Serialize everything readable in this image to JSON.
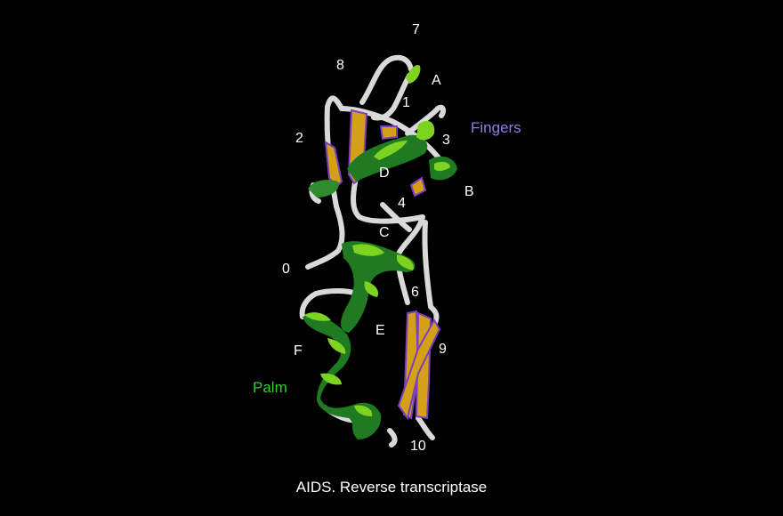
{
  "caption": "AIDS. Reverse transcriptase",
  "regions": {
    "fingers": "Fingers",
    "palm": "Palm"
  },
  "labels": {
    "n0": "0",
    "n1": "1",
    "n2": "2",
    "n3": "3",
    "n4": "4",
    "n6": "6",
    "n7": "7",
    "n8": "8",
    "n9": "9",
    "n10": "10",
    "a": "A",
    "b": "B",
    "c": "C",
    "d": "D",
    "e": "E",
    "f": "F"
  },
  "colors": {
    "background": "#000000",
    "coil": "#d9d9d9",
    "helix_light": "#7ed321",
    "helix_dark": "#1f7a22",
    "strand": "#d4a017",
    "strand_edge": "#7b3fbf",
    "fingers_label": "#8b7fe0",
    "palm_label": "#33cc33",
    "text": "#ffffff"
  }
}
